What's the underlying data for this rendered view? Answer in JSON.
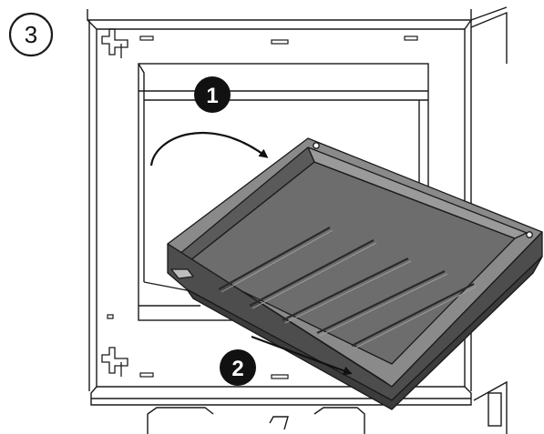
{
  "step": {
    "number": "3"
  },
  "callouts": [
    {
      "number": "1"
    },
    {
      "number": "2"
    }
  ],
  "colors": {
    "line": "#1a1a1a",
    "tray_top": "#7a7a7a",
    "tray_front": "#555555",
    "tray_dark": "#3c3c3c",
    "callout_fill": "#111111",
    "callout_text": "#ffffff",
    "background": "#ffffff"
  }
}
